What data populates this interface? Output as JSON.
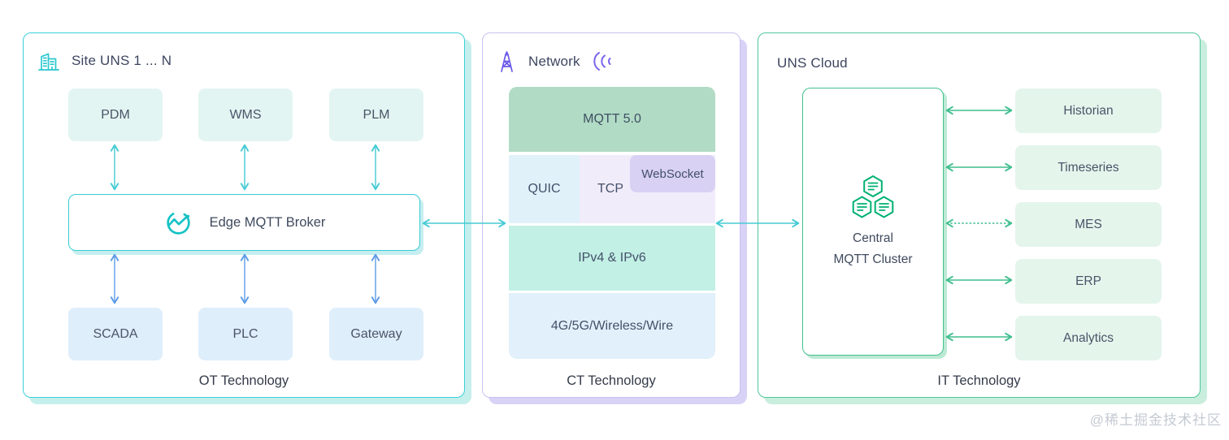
{
  "watermark": "@稀土掘金技术社区",
  "colors": {
    "site_accent": "#35ccd5",
    "site_shadow": "#c5efec",
    "network_accent": "#6a5ae8",
    "network_border": "#c9c0f0",
    "cloud_accent": "#3fbe8e",
    "arrow_teal": "#45cbd4",
    "arrow_blue": "#5e9be6",
    "arrow_green": "#3fbe8e",
    "hexagon_green": "#00b173",
    "mqtt_layer_green": "#b1dbc5",
    "mint_box": "#e3f5f2",
    "blue_box": "#dfeefb",
    "service_box": "#e4f5ec"
  },
  "site_panel": {
    "title": "Site UNS 1 ... N",
    "icon": "buildings-icon",
    "top_boxes": [
      "PDM",
      "WMS",
      "PLM"
    ],
    "broker": "Edge MQTT Broker",
    "broker_icon": "emq-pulse-icon",
    "bottom_boxes": [
      "SCADA",
      "PLC",
      "Gateway"
    ],
    "footer": "OT Technology"
  },
  "network_panel": {
    "title": "Network",
    "icon": "radio-tower-icon",
    "signal_icon": "signal-waves-icon",
    "layers": {
      "top": "MQTT 5.0",
      "quic": "QUIC",
      "tcp": "TCP",
      "websocket": "WebSocket",
      "ip": "IPv4 & IPv6",
      "physical": "4G/5G/Wireless/Wire"
    },
    "footer": "CT Technology"
  },
  "cloud_panel": {
    "title": "UNS Cloud",
    "cluster": {
      "icon": "hexagon-cluster-icon",
      "line1": "Central",
      "line2": "MQTT Cluster"
    },
    "services": [
      "Historian",
      "Timeseries",
      "MES",
      "ERP",
      "Analytics"
    ],
    "footer": "IT Technology"
  }
}
